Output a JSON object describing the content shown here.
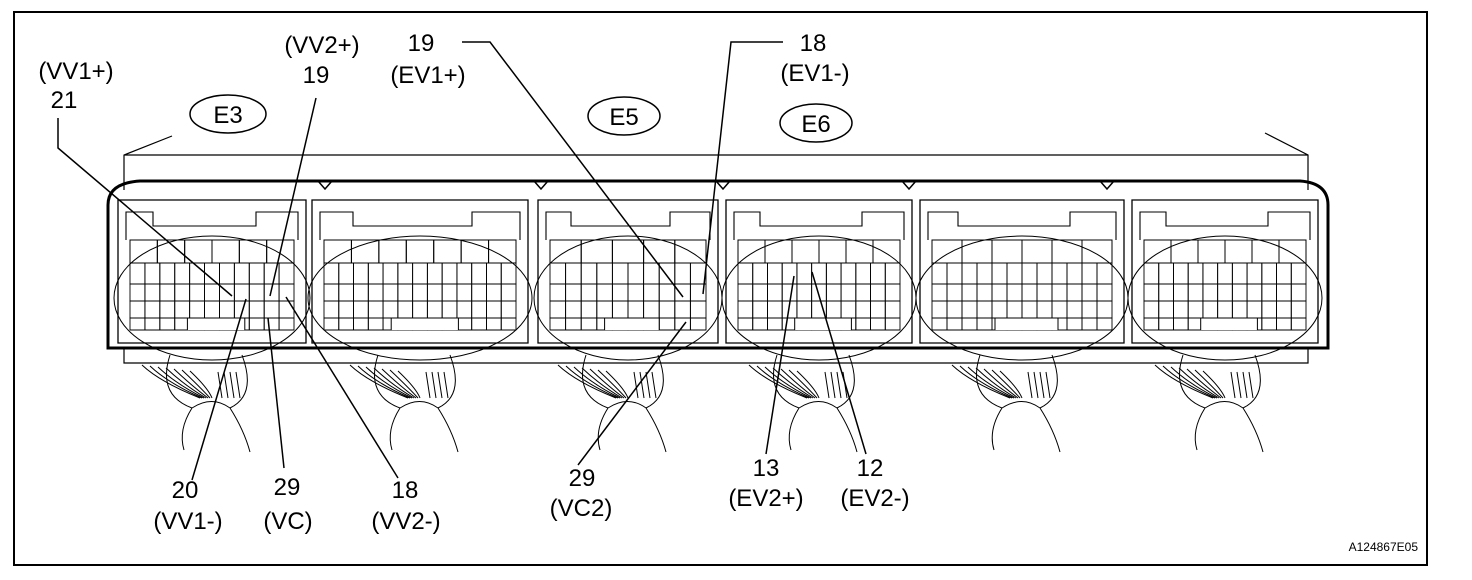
{
  "connectors": [
    {
      "id": "e3",
      "label": "E3"
    },
    {
      "id": "e5",
      "label": "E5"
    },
    {
      "id": "e6",
      "label": "E6"
    }
  ],
  "pins_top": {
    "vv1_plus": {
      "signal": "(VV1+)",
      "pin": "21"
    },
    "vv2_plus": {
      "signal": "(VV2+)",
      "pin": "19"
    },
    "ev1_plus": {
      "pin": "19",
      "signal": "(EV1+)"
    },
    "ev1_minus": {
      "pin": "18",
      "signal": "(EV1-)"
    }
  },
  "pins_bottom": {
    "vv1_minus": {
      "pin": "20",
      "signal": "(VV1-)"
    },
    "vc": {
      "pin": "29",
      "signal": "(VC)"
    },
    "vv2_minus": {
      "pin": "18",
      "signal": "(VV2-)"
    },
    "vc2": {
      "pin": "29",
      "signal": "(VC2)"
    },
    "ev2_plus": {
      "pin": "13",
      "signal": "(EV2+)"
    },
    "ev2_minus": {
      "pin": "12",
      "signal": "(EV2-)"
    }
  },
  "figure_ref": "A124867E05"
}
